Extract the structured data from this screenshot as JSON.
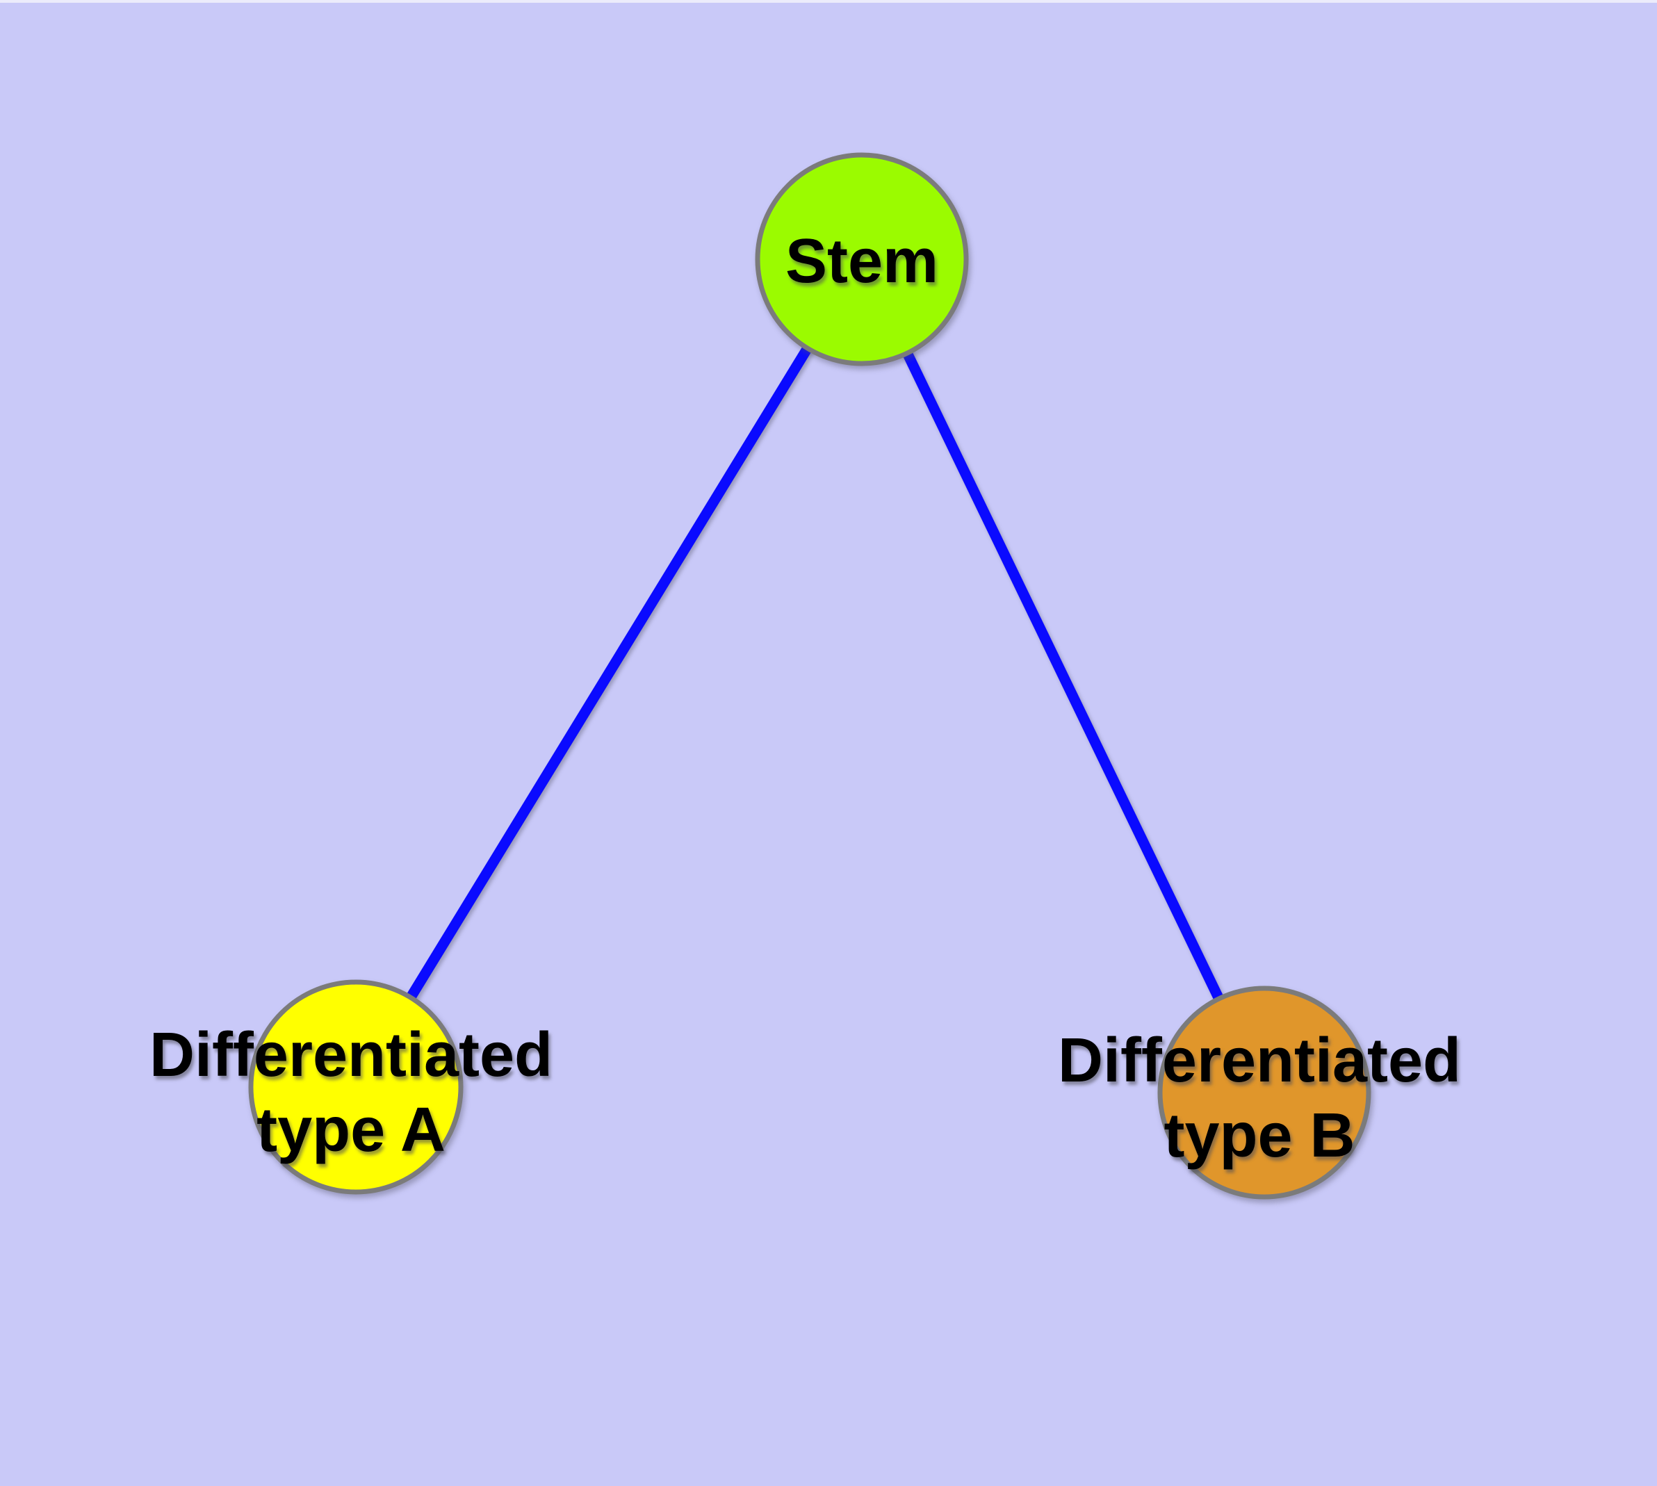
{
  "diagram": {
    "type": "graph",
    "background_color": "#c9c9f8",
    "top_edge_strip_color": "#f2f2fb",
    "edge_color": "#0a0aff",
    "node_border_color": "#7b7b7b",
    "text_color": "#000000",
    "nodes": {
      "stem": {
        "label": "Stem",
        "fill": "#9bfb00"
      },
      "type_a": {
        "label_line1": "Differentiated",
        "label_line2": "type A",
        "fill": "#ffff00"
      },
      "type_b": {
        "label_line1": "Differentiated",
        "label_line2": "type B",
        "fill": "#e0962b"
      }
    },
    "edges": [
      {
        "from": "Stem",
        "to": "Differentiated type A"
      },
      {
        "from": "Stem",
        "to": "Differentiated type B"
      }
    ]
  }
}
